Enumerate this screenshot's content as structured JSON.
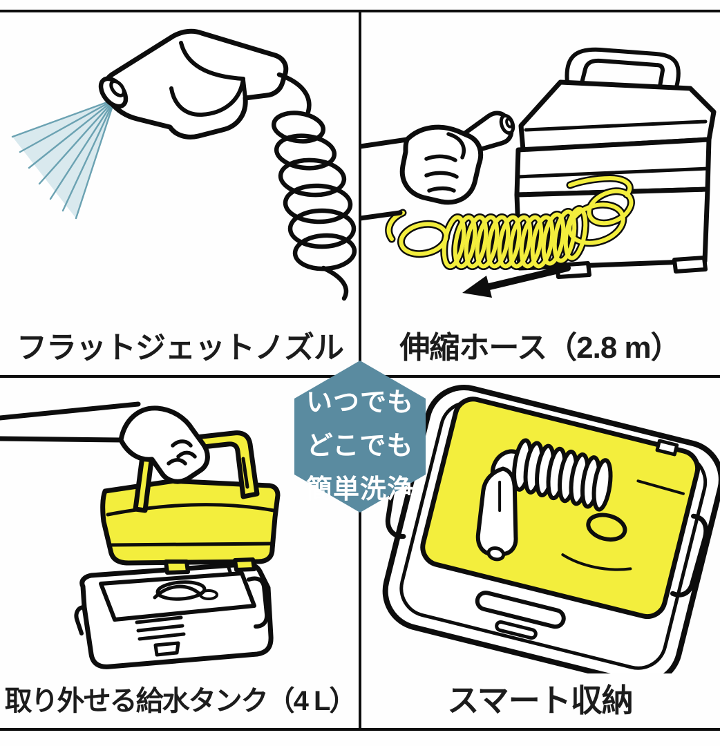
{
  "badge": {
    "lines": [
      "いつでも",
      "どこでも",
      "簡単洗浄"
    ]
  },
  "panels": [
    {
      "name": "flat-jet-nozzle",
      "label": "フラットジェットノズル"
    },
    {
      "name": "extendable-hose",
      "label": "伸縮ホース（2.8 m）"
    },
    {
      "name": "removable-water-tank",
      "label": "取り外せる給水タンク（4 L）"
    },
    {
      "name": "smart-storage",
      "label": "スマート収納"
    }
  ],
  "colors": {
    "background": "#fefefe",
    "line_black": "#0d0d0d",
    "label_text": "#1c1c1c",
    "accent_yellow": "#f3ee3d",
    "badge_teal": "#5a8ba0",
    "spray_fill": "#d9e9ee",
    "spray_line": "#6ba2b2"
  }
}
